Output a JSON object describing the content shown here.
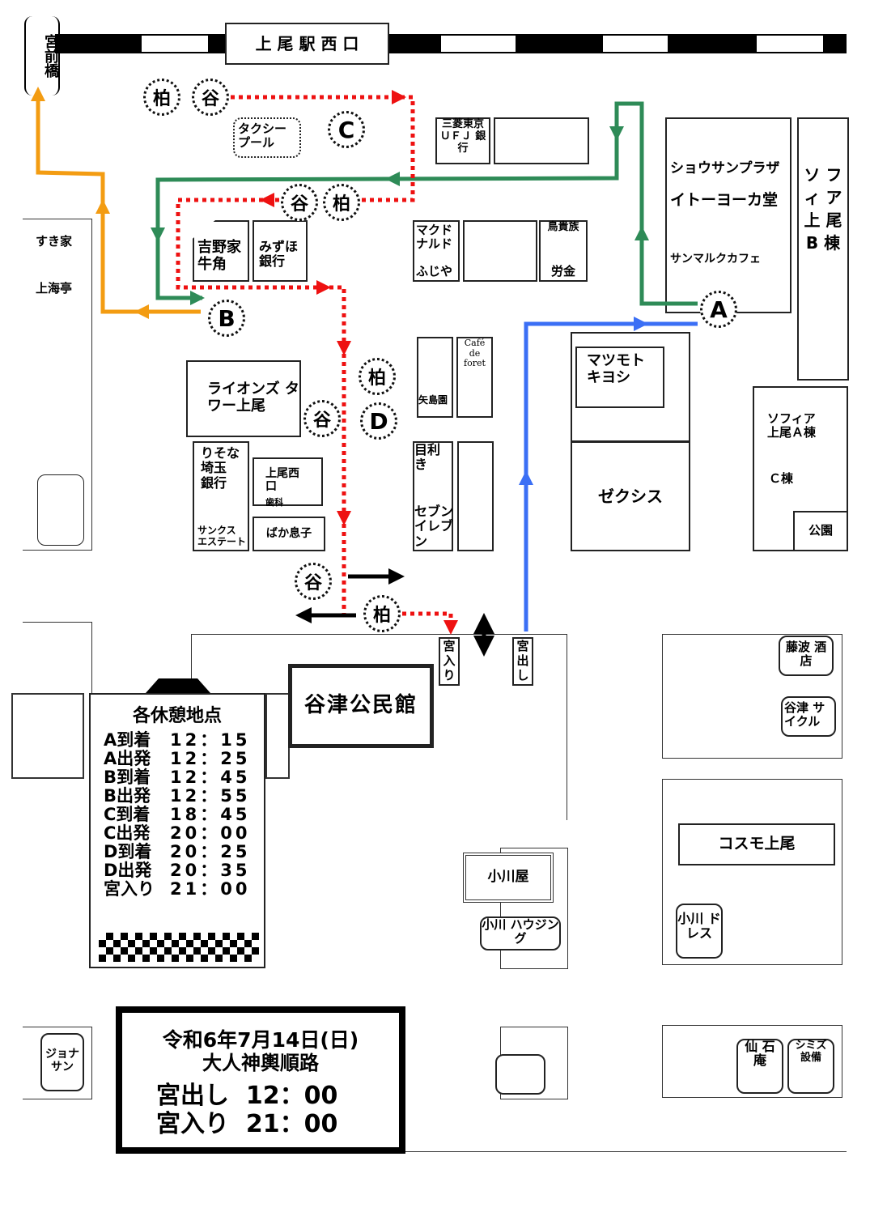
{
  "station": "上 尾 駅 西 口",
  "bridge": "宮前橋",
  "markers": {
    "kashiwa": "柏",
    "yatsu": "谷",
    "A": "A",
    "B": "B",
    "C": "C",
    "D": "D"
  },
  "buildings": {
    "taxi": "タクシー\nプール",
    "ufj": "三菱東京\nＵＦＪ\n銀行",
    "shoei": "ショウサンプラザ",
    "itoyokado": "イトーヨーカ堂",
    "sanmaru": "サンマルクカフェ",
    "sofia_b": "ソ\nフ\nィ\nア\n上\n尾\nB\n棟",
    "sukiya": "すき家",
    "shanghai": "上海亭",
    "yoshinoya": "吉野家\n牛角",
    "mizuho": "みずほ\n銀行",
    "mcd": "マクド\nナルド",
    "fujiya": "ふじや",
    "torikizoku": "鳥貴族",
    "rokin": "労金",
    "lions": "ライオンズ\nタワー上尾",
    "yajimaen": "矢島園",
    "cafe": "Café de\nforet",
    "matsumoto": "マツモト\nキヨシ",
    "xexis": "ゼクシス",
    "sofia_a": "ソフィア\n上尾Ａ棟",
    "c_to": "Ｃ棟",
    "park": "公園",
    "resona": "りそな\n埼玉\n銀行",
    "dental": "上尾西口",
    "dental2": "歯科",
    "thanks": "サンクス\nエステート",
    "bakamusuko": "ばか息子",
    "mekiki": "目利き",
    "seven": "セブン\nイレブ\nン",
    "miyairi": "宮\n入\nり",
    "miyadashi": "宮\n出\nし",
    "kominkan": "谷津公民館",
    "fujinami": "藤波\n酒店",
    "yatsu_cycle": "谷津\nサイクル",
    "ogawa": "小川屋",
    "ogawa_housing": "小川\nハウジング",
    "cosmo": "コスモ上尾",
    "ogawa_dress": "小川\nドレス",
    "jonathan": "ジョナ\nサン",
    "senseki": "仙\n石\n庵",
    "shimizu": "シミズ\n設備"
  },
  "schedule": {
    "title": "各休憩地点",
    "rows": [
      {
        "label": "A到着",
        "time": "12：15"
      },
      {
        "label": "A出発",
        "time": "12：25"
      },
      {
        "label": "B到着",
        "time": "12：45"
      },
      {
        "label": "B出発",
        "time": "12：55"
      },
      {
        "label": "C到着",
        "time": "18：45"
      },
      {
        "label": "C出発",
        "time": "20：00"
      },
      {
        "label": "D到着",
        "time": "20：25"
      },
      {
        "label": "D出発",
        "time": "20：35"
      },
      {
        "label": "宮入り",
        "time": "21：00"
      }
    ]
  },
  "info": {
    "date": "令和6年7月14日(日)",
    "route": "大人神輿順路",
    "start_label": "宮出し",
    "start_time": "12：00",
    "end_label": "宮入り",
    "end_time": "21：00"
  },
  "colors": {
    "orange": "#f39c12",
    "green": "#2e8b57",
    "blue": "#3b6ff5",
    "red": "#ee1111"
  }
}
